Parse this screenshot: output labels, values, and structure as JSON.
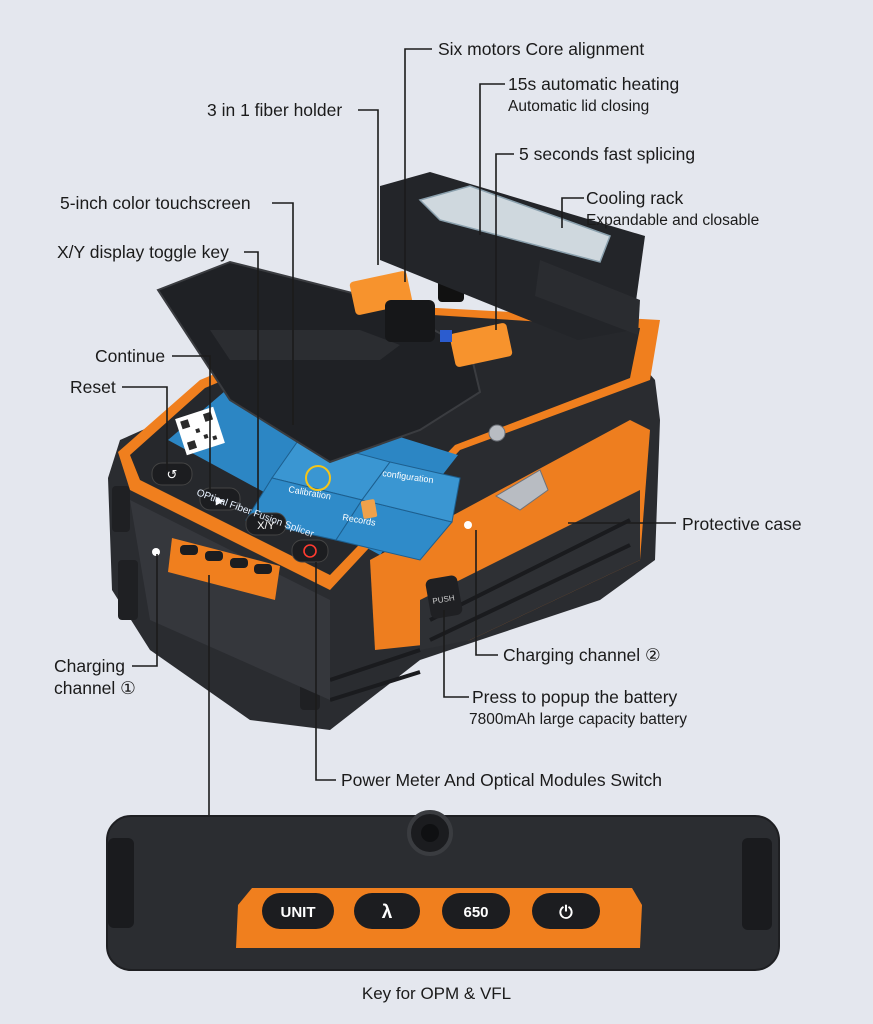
{
  "callouts": {
    "six_motors": "Six motors  Core alignment",
    "heating": "15s automatic heating",
    "heating_sub": "Automatic lid closing",
    "fiber_holder": "3 in 1 fiber holder",
    "fast_splicing": "5 seconds fast splicing",
    "cooling_rack": "Cooling rack",
    "cooling_rack_sub": "Expandable and closable",
    "touchscreen": "5-inch color touchscreen",
    "xy_toggle": "X/Y display toggle key",
    "continue": "Continue",
    "reset": "Reset",
    "protective_case": "Protective case",
    "charging_channel_1_line1": "Charging",
    "charging_channel_1_line2": "channel ①",
    "charging_channel_2": "Charging channel ②",
    "battery_popup": "Press to popup the battery",
    "battery_capacity": "7800mAh large capacity battery",
    "power_meter_switch": "Power Meter And Optical Modules Switch"
  },
  "screen": {
    "menu_configuration": "configuration",
    "menu_calibration": "Calibration",
    "menu_records": "Records",
    "footer": "OPtical Fiber Fusion Splicer"
  },
  "device_keys": {
    "xy": "X/Y",
    "push": "PUSH"
  },
  "opm_panel": {
    "keys": [
      "UNIT",
      "λ",
      "650",
      "⏻"
    ],
    "caption": "Key for OPM & VFL"
  },
  "colors": {
    "background": "#e4e7ee",
    "body_orange": "#f07f1e",
    "housing": "#2b2d31",
    "screen_blue": "#2c86c4"
  }
}
